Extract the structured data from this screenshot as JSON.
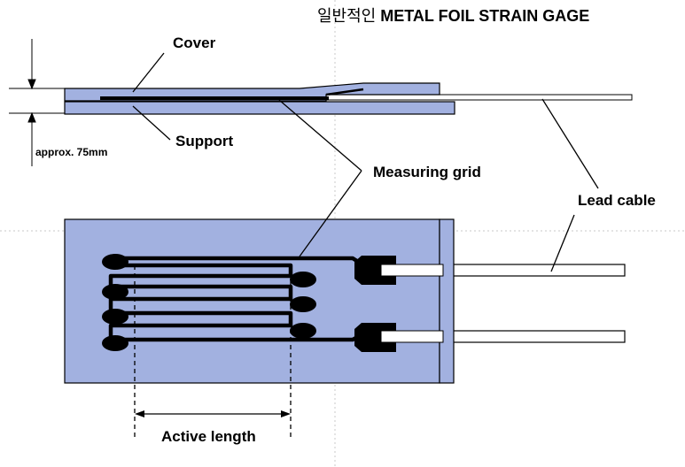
{
  "diagram": {
    "title_korean": "일반적인",
    "title_english": "METAL FOIL STRAIN GAGE",
    "labels": {
      "cover": "Cover",
      "support": "Support",
      "thickness": "approx. 75mm",
      "measuring_grid": "Measuring grid",
      "lead_cable": "Lead cable",
      "active_length": "Active length"
    },
    "colors": {
      "carrier_fill": "#a2b1e0",
      "grid_foil": "#000000",
      "lead_wire": "#ffffff",
      "guide_lines": "#c8c8c8"
    }
  }
}
